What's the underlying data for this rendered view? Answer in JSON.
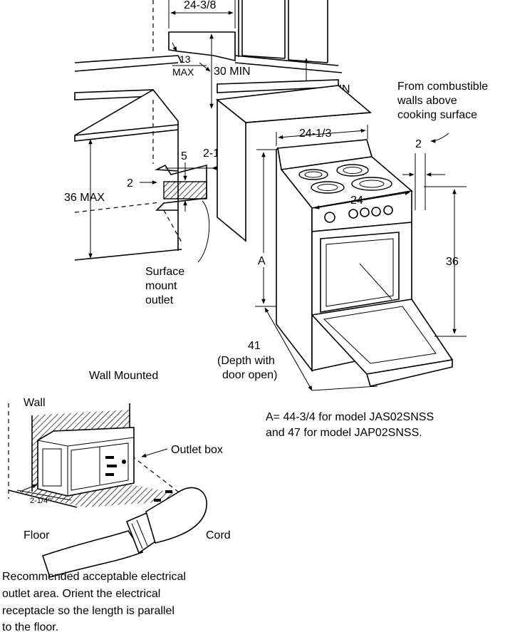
{
  "dimensions": {
    "top_width": "24-3/8",
    "hood_offset": "13",
    "hood_offset_max": "MAX",
    "min_30": "30 MIN",
    "min_15": "15 MIN",
    "range_width_top": "24-1/3",
    "dim_5": "5",
    "dim_2_1_2": "2-1/2",
    "dim_2_left": "2",
    "max_36": "36 MAX",
    "range_width": "24",
    "dim_2_right": "2",
    "height_36": "36",
    "label_a": "A",
    "depth_41": "41",
    "depth_note_1": "(Depth with",
    "depth_note_2": "door open)"
  },
  "notes": {
    "combustible_1": "From combustible",
    "combustible_2": "walls above",
    "combustible_3": "cooking surface",
    "outlet_1": "Surface",
    "outlet_2": "mount",
    "outlet_3": "outlet",
    "model_1": "A= 44-3/4 for model JAS02SNSS",
    "model_2": "and 47 for model JAP02SNSS."
  },
  "wall_mounted": {
    "title": "Wall Mounted",
    "wall": "Wall",
    "outlet_box": "Outlet box",
    "floor": "Floor",
    "cord": "Cord",
    "floor_gap": "2-1/4\"",
    "caption_1": "Recommended acceptable electrical",
    "caption_2": "outlet area. Orient the electrical",
    "caption_3": "receptacle so the length is parallel",
    "caption_4": "to the floor."
  }
}
